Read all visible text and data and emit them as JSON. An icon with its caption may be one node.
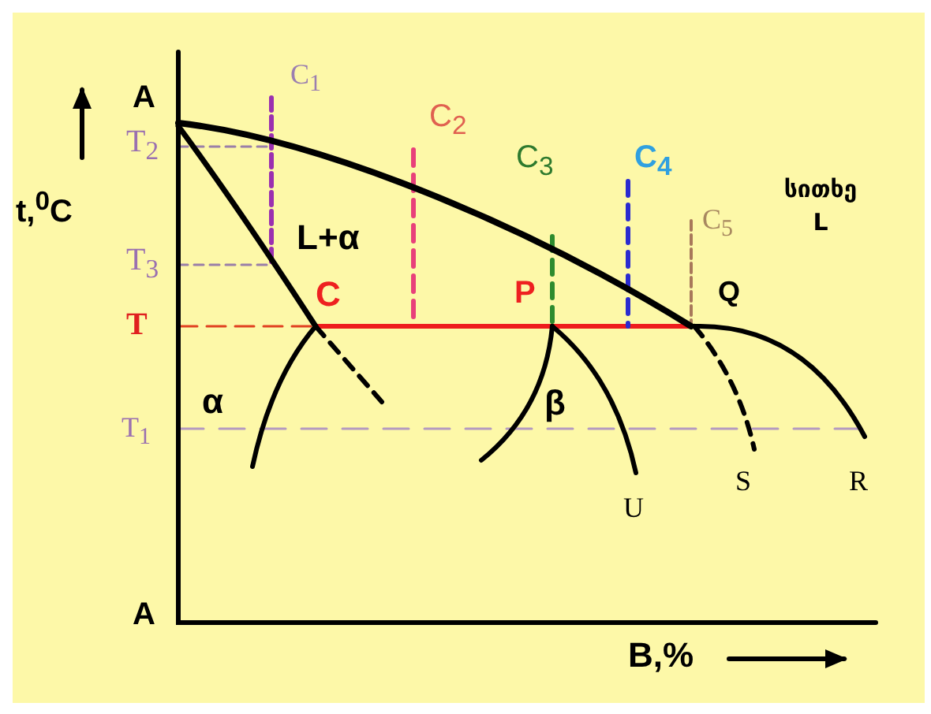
{
  "diagram": {
    "labels": [
      "A",
      "C$_{1}$",
      "C$_{2}$",
      "T$_{2}$",
      "C$_{3}$",
      "C$_{4}$",
      "t,$^{0}$C",
      "სითხე L",
      "C$_{5}$",
      "L+α",
      "T$_{3}$",
      "Q",
      "T",
      "C",
      "P",
      "α",
      "β",
      "T$_{1}$",
      "U",
      "S",
      "R",
      "A",
      "B,%"
    ]
  }
}
